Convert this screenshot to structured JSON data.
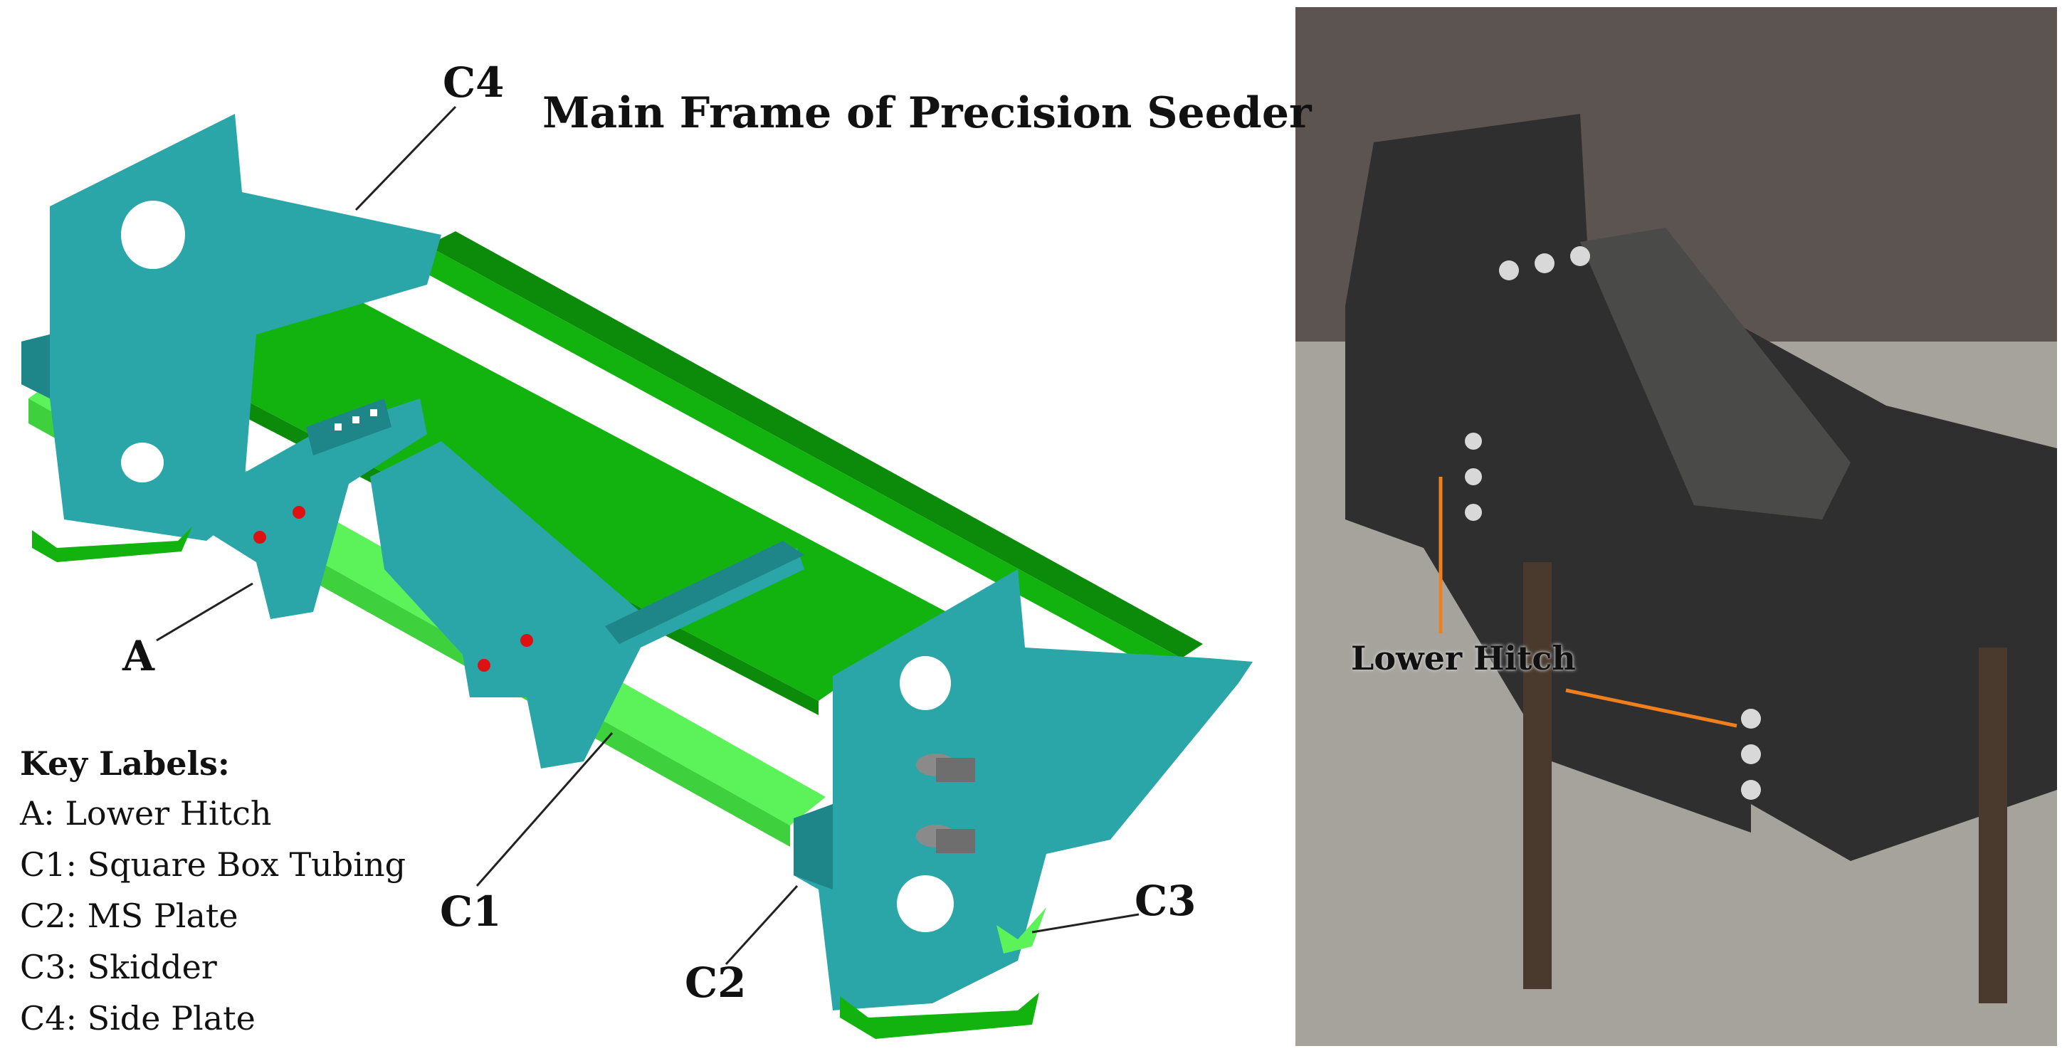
{
  "figure": {
    "title": "Main Frame of Precision Seeder",
    "callouts": {
      "c4": "C4",
      "a": "A",
      "c1": "C1",
      "c2": "C2",
      "c3": "C3"
    },
    "key": {
      "title": "Key Labels:",
      "items": [
        "A: Lower Hitch",
        "C1: Square Box Tubing",
        "C2: MS Plate",
        "C3: Skidder",
        "C4: Side Plate"
      ]
    }
  },
  "photo": {
    "label": "Lower Hitch"
  },
  "colors": {
    "side_plate": "#2aa6a8",
    "side_plate_dark": "#1e8688",
    "ms_plate": "#12b30f",
    "ms_plate_dark": "#0c8a0a",
    "tubing": "#5cf25a",
    "bolt": "#dd1111",
    "pin": "#8a8a8a",
    "leader_line": "#222222",
    "photo_leader": "#f07f1e"
  }
}
